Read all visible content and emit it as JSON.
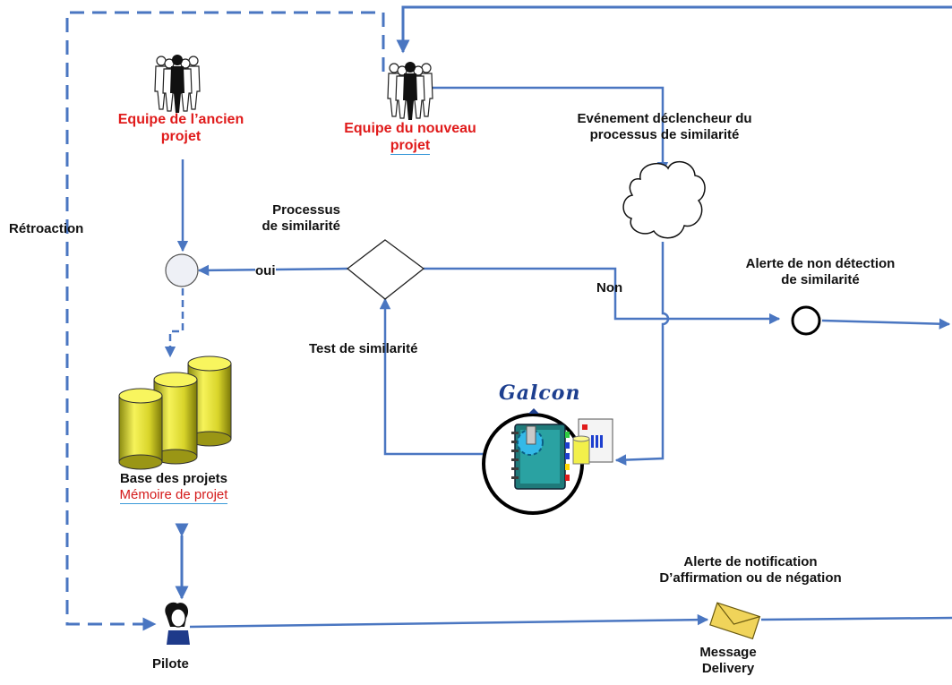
{
  "colors": {
    "flow": "#4a76c1",
    "red_label": "#e01b1b",
    "db_fill": "#f2f04a",
    "envelope": "#e8c84a"
  },
  "labels": {
    "team_old_line1": "Equipe de l’ancien",
    "team_old_line2": "projet",
    "team_new_line1": "Equipe du nouveau",
    "team_new_line2": "projet",
    "trigger_line1": "Evénement déclencheur du",
    "trigger_line2": "processus de similarité",
    "retroaction": "Rétroaction",
    "process_line1": "Processus",
    "process_line2": "de similarité",
    "oui": "oui",
    "non": "Non",
    "alert_nondetect_line1": "Alerte de non détection",
    "alert_nondetect_line2": "de similarité",
    "test_similarity": "Test de similarité",
    "galcon": "Galcon",
    "base_projects": "Base des projets",
    "project_memory": "Mémoire de projet",
    "alert_notif_line1": "Alerte de notification",
    "alert_notif_line2": "D’affirmation ou de négation",
    "message_line1": "Message",
    "message_line2": "Delivery",
    "pilot": "Pilote"
  },
  "icons": [
    "team-old-icon",
    "team-new-icon",
    "cloud-icon",
    "decision-diamond-icon",
    "database-icon",
    "galcon-tool-icon",
    "envelope-icon",
    "pilot-icon",
    "merge-circle-icon",
    "event-circle-icon"
  ]
}
